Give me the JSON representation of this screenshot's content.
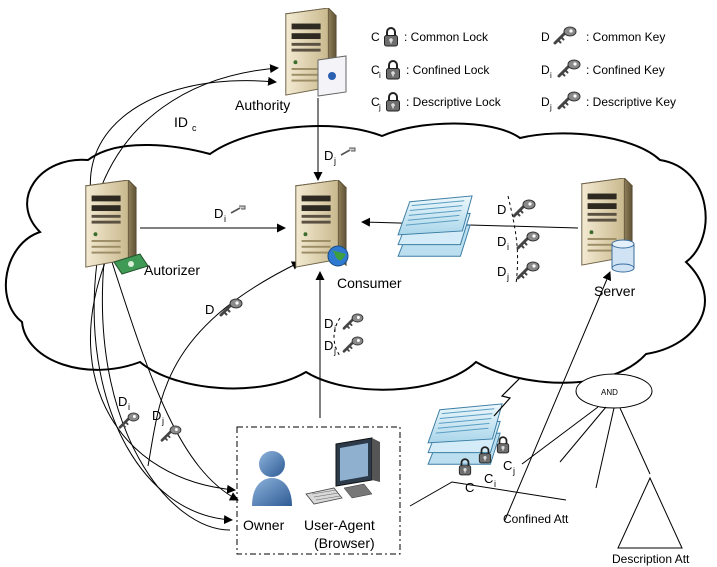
{
  "nodes": {
    "authority": "Authority",
    "autorizer": "Autorizer",
    "consumer": "Consumer",
    "server": "Server",
    "owner": "Owner",
    "user_agent_line1": "User-Agent",
    "user_agent_line2": "(Browser)"
  },
  "legend": {
    "common_lock_sym": "C",
    "common_lock": ": Common Lock",
    "confined_lock_sym": "C",
    "confined_lock_sub": "i",
    "confined_lock": ": Confined Lock",
    "descriptive_lock_sym": "C",
    "descriptive_lock_sub": "j",
    "descriptive_lock": ": Descriptive Lock",
    "common_key_sym": "D",
    "common_key": ": Common Key",
    "confined_key_sym": "D",
    "confined_key_sub": "i",
    "confined_key": ": Confined Key",
    "descriptive_key_sym": "D",
    "descriptive_key_sub": "j",
    "descriptive_key": ": Descriptive Key"
  },
  "edges": {
    "idc": "ID",
    "idc_sub": "c",
    "auth_consumer": "D",
    "auth_consumer_sub": "j",
    "autorizer_consumer": "D",
    "autorizer_consumer_sub": "i",
    "autorizer_d": "D",
    "server_d": "D",
    "server_di": "D",
    "server_di_sub": "i",
    "server_dj": "D",
    "server_dj_sub": "j",
    "consumer_di": "D",
    "consumer_di_sub": "i",
    "consumer_dj": "D",
    "consumer_dj_sub": "j",
    "owner_di": "D",
    "owner_di_sub": "i",
    "owner_dj": "D",
    "owner_dj_sub": "j"
  },
  "locks": {
    "c": "C",
    "ci": "C",
    "ci_sub": "i",
    "cj": "C",
    "cj_sub": "j"
  },
  "tree": {
    "root": "AND",
    "confined": "Confined Att",
    "description": "Description Att"
  }
}
